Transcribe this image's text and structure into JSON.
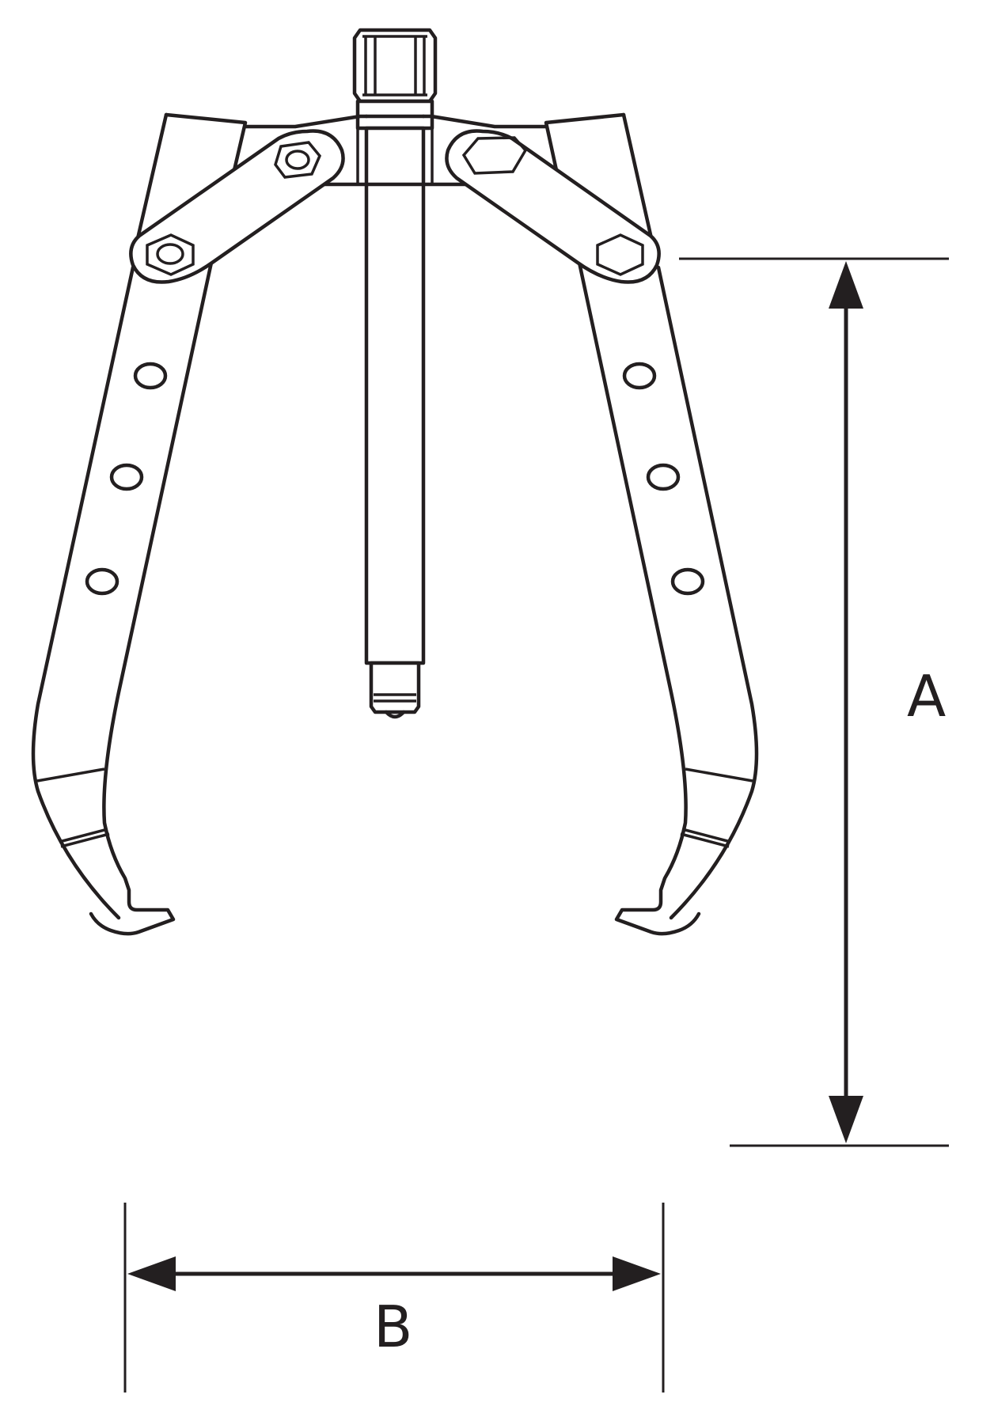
{
  "diagram": {
    "subject": "two-jaw gear puller",
    "view": "front elevation line drawing",
    "stroke_color": "#231f20",
    "background_color": "#ffffff",
    "components": [
      "forcing-screw-hex-head",
      "collar",
      "spindle",
      "spindle-tip",
      "crossbar-yoke",
      "left-link-arm",
      "right-link-arm",
      "left-jaw",
      "right-jaw",
      "pivot-bolts",
      "adjustment-holes"
    ],
    "adjustment_holes_per_jaw": 3
  },
  "dimensions": {
    "A": {
      "label": "A",
      "meaning": "reach / jaw depth",
      "orientation": "vertical"
    },
    "B": {
      "label": "B",
      "meaning": "spread / jaw opening",
      "orientation": "horizontal"
    }
  }
}
